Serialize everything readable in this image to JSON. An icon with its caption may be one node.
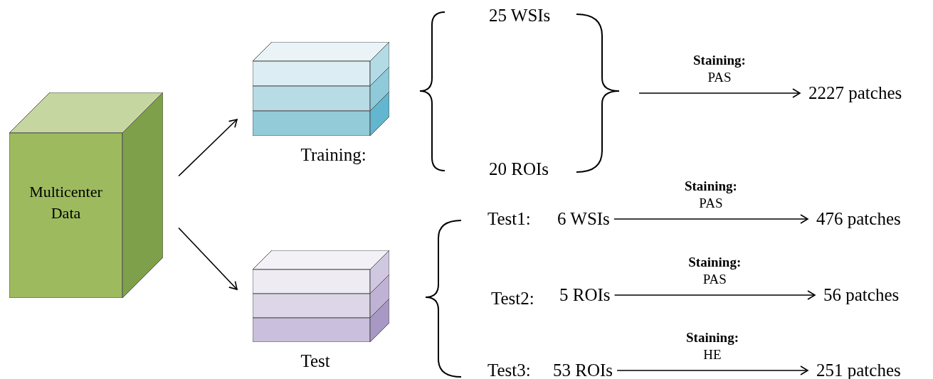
{
  "diagram": {
    "nodes": [
      {
        "text": [
          "Multicenter Data"
        ]
      },
      {
        "text": [
          "Training:"
        ]
      },
      {
        "text": [
          "Test"
        ]
      },
      {
        "text": [
          "25 WSIs"
        ]
      },
      {
        "text": [
          "20 ROIs"
        ]
      },
      {
        "text": [
          "2227 patches"
        ]
      },
      {
        "text": [
          "Test1:"
        ]
      },
      {
        "text": [
          "6 WSIs"
        ]
      },
      {
        "text": [
          "476 patches"
        ]
      },
      {
        "text": [
          "Test2:"
        ]
      },
      {
        "text": [
          "5 ROIs"
        ]
      },
      {
        "text": [
          "56 patches"
        ]
      },
      {
        "text": [
          "Test3:"
        ]
      },
      {
        "text": [
          "53 ROIs"
        ]
      },
      {
        "text": [
          "251 patches"
        ]
      }
    ],
    "edges": [
      {
        "from": 0,
        "to": 1,
        "arrow": "to"
      },
      {
        "from": 0,
        "to": 2,
        "arrow": "to"
      },
      {
        "from": null,
        "to": 5,
        "arrow": "to",
        "label": "**Staining:** PAS"
      },
      {
        "from": 7,
        "to": 8,
        "arrow": "to",
        "label": "**Staining:** PAS"
      },
      {
        "from": 10,
        "to": 11,
        "arrow": "to",
        "label": "**Staining:** PAS"
      },
      {
        "from": 13,
        "to": 14,
        "arrow": "to",
        "label": "**Staining:** HE"
      }
    ]
  }
}
